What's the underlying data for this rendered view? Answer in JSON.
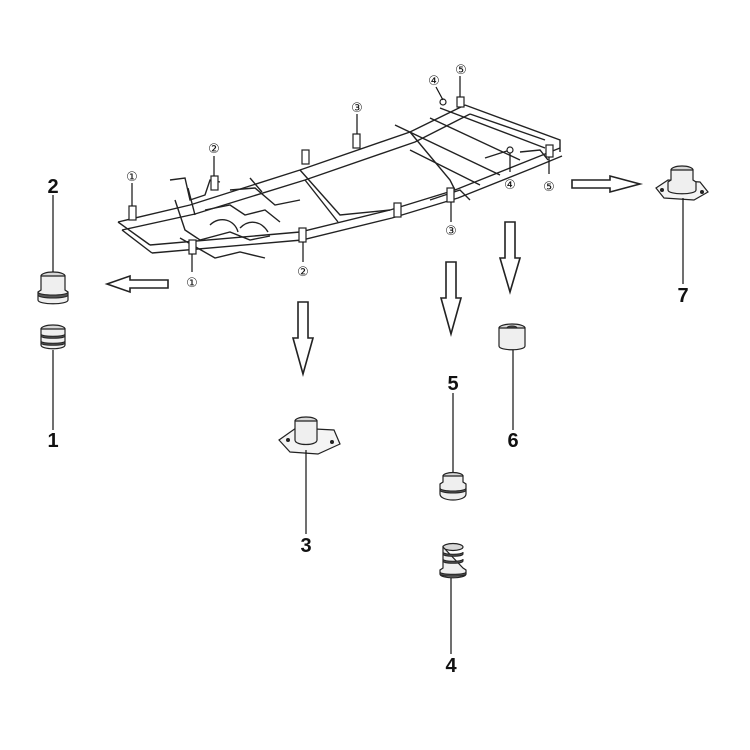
{
  "parts": [
    {
      "id": "p1",
      "number": "1"
    },
    {
      "id": "p2",
      "number": "2"
    },
    {
      "id": "p3",
      "number": "3"
    },
    {
      "id": "p4",
      "number": "4"
    },
    {
      "id": "p5",
      "number": "5"
    },
    {
      "id": "p6",
      "number": "6"
    },
    {
      "id": "p7",
      "number": "7"
    }
  ],
  "frame_callouts": [
    "①",
    "①",
    "②",
    "②",
    "③",
    "③",
    "④",
    "④",
    "⑤",
    "⑤"
  ]
}
